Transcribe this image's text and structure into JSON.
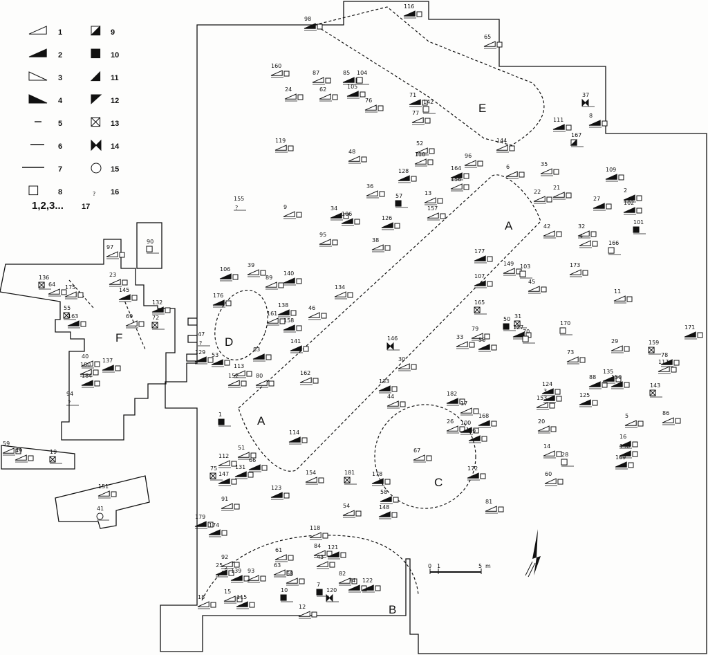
{
  "legend": {
    "items": [
      "1",
      "2",
      "3",
      "4",
      "5",
      "6",
      "7",
      "8",
      "9",
      "10",
      "11",
      "12",
      "13",
      "14",
      "15",
      "16"
    ],
    "symbols": [
      "tri-open",
      "tri-filled",
      "tri-open-large",
      "tri-filled-large",
      "line-short",
      "line-medium",
      "line-long",
      "square-open",
      "square-half",
      "square-filled",
      "tri-small-filled",
      "tri-inverted-filled",
      "square-crossed",
      "bowtie-filled",
      "circle-open",
      "question-mark"
    ],
    "sequence_label": "1,2,3...",
    "sequence_end": "17",
    "question_glyph": "?"
  },
  "zones": [
    "A",
    "A",
    "B",
    "C",
    "D",
    "E",
    "F"
  ],
  "scale_bar": {
    "ticks": [
      "0",
      "1",
      "5"
    ],
    "unit": "m"
  },
  "north_arrow_glyph": "N",
  "finds": [
    {
      "id": "116",
      "kind": "tri-filled"
    },
    {
      "id": "98",
      "kind": "tri-filled"
    },
    {
      "id": "65",
      "kind": "tri-open"
    },
    {
      "id": "160",
      "kind": "tri-open"
    },
    {
      "id": "24",
      "kind": "tri-open"
    },
    {
      "id": "87",
      "kind": "tri-open"
    },
    {
      "id": "62",
      "kind": "tri-open"
    },
    {
      "id": "85",
      "kind": "tri-filled"
    },
    {
      "id": "104",
      "kind": "square-open"
    },
    {
      "id": "105",
      "kind": "tri-filled"
    },
    {
      "id": "76",
      "kind": "tri-open"
    },
    {
      "id": "71",
      "kind": "tri-filled"
    },
    {
      "id": "142",
      "kind": "square-open"
    },
    {
      "id": "77",
      "kind": "tri-open"
    },
    {
      "id": "37",
      "kind": "bowtie-filled"
    },
    {
      "id": "8",
      "kind": "tri-filled"
    },
    {
      "id": "111",
      "kind": "tri-filled"
    },
    {
      "id": "167",
      "kind": "square-half"
    },
    {
      "id": "144",
      "kind": "tri-open"
    },
    {
      "id": "119",
      "kind": "tri-open"
    },
    {
      "id": "48",
      "kind": "tri-open"
    },
    {
      "id": "52",
      "kind": "tri-open"
    },
    {
      "id": "110",
      "kind": "tri-open"
    },
    {
      "id": "96",
      "kind": "tri-open"
    },
    {
      "id": "164",
      "kind": "tri-filled"
    },
    {
      "id": "156",
      "kind": "tri-open"
    },
    {
      "id": "6",
      "kind": "tri-open"
    },
    {
      "id": "35",
      "kind": "tri-open"
    },
    {
      "id": "109",
      "kind": "tri-filled"
    },
    {
      "id": "128",
      "kind": "tri-filled"
    },
    {
      "id": "36",
      "kind": "tri-open"
    },
    {
      "id": "57",
      "kind": "square-filled"
    },
    {
      "id": "13",
      "kind": "tri-open"
    },
    {
      "id": "22",
      "kind": "tri-open"
    },
    {
      "id": "21",
      "kind": "tri-open"
    },
    {
      "id": "27",
      "kind": "tri-filled"
    },
    {
      "id": "2",
      "kind": "tri-filled"
    },
    {
      "id": "102",
      "kind": "tri-filled"
    },
    {
      "id": "155",
      "kind": "question-mark"
    },
    {
      "id": "9",
      "kind": "tri-open"
    },
    {
      "id": "34",
      "kind": "tri-filled"
    },
    {
      "id": "106",
      "kind": "tri-filled"
    },
    {
      "id": "126",
      "kind": "tri-filled"
    },
    {
      "id": "157",
      "kind": "tri-open"
    },
    {
      "id": "42",
      "kind": "tri-open"
    },
    {
      "id": "32",
      "kind": "tri-open"
    },
    {
      "id": "4",
      "kind": "tri-open"
    },
    {
      "id": "101",
      "kind": "square-filled"
    },
    {
      "id": "95",
      "kind": "tri-open"
    },
    {
      "id": "38",
      "kind": "tri-open"
    },
    {
      "id": "166",
      "kind": "square-open"
    },
    {
      "id": "177",
      "kind": "tri-filled"
    },
    {
      "id": "149",
      "kind": "tri-open"
    },
    {
      "id": "103",
      "kind": "square-open"
    },
    {
      "id": "173",
      "kind": "tri-open"
    },
    {
      "id": "107",
      "kind": "tri-filled"
    },
    {
      "id": "45",
      "kind": "tri-open"
    },
    {
      "id": "106",
      "kind": "tri-filled"
    },
    {
      "id": "39",
      "kind": "tri-open"
    },
    {
      "id": "140",
      "kind": "tri-filled"
    },
    {
      "id": "89",
      "kind": "tri-open"
    },
    {
      "id": "134",
      "kind": "tri-open"
    },
    {
      "id": "11",
      "kind": "tri-open"
    },
    {
      "id": "176",
      "kind": "tri-filled"
    },
    {
      "id": "138",
      "kind": "tri-filled"
    },
    {
      "id": "161",
      "kind": "tri-open"
    },
    {
      "id": "46",
      "kind": "tri-open"
    },
    {
      "id": "158",
      "kind": "tri-filled"
    },
    {
      "id": "165",
      "kind": "square-crossed"
    },
    {
      "id": "50",
      "kind": "square-filled"
    },
    {
      "id": "31",
      "kind": "square-crossed"
    },
    {
      "id": "127",
      "kind": "tri-filled"
    },
    {
      "id": "79",
      "kind": "tri-open"
    },
    {
      "id": "33",
      "kind": "tri-open"
    },
    {
      "id": "56",
      "kind": "tri-filled"
    },
    {
      "id": "70",
      "kind": "square-open"
    },
    {
      "id": "170",
      "kind": "square-open"
    },
    {
      "id": "171",
      "kind": "tri-filled"
    },
    {
      "id": "47",
      "kind": "question-mark"
    },
    {
      "id": "146",
      "kind": "bowtie-filled"
    },
    {
      "id": "29",
      "kind": "tri-open"
    },
    {
      "id": "159",
      "kind": "square-crossed"
    },
    {
      "id": "141",
      "kind": "tri-filled"
    },
    {
      "id": "83",
      "kind": "tri-filled"
    },
    {
      "id": "129",
      "kind": "tri-filled"
    },
    {
      "id": "53",
      "kind": "tri-filled"
    },
    {
      "id": "30",
      "kind": "tri-open"
    },
    {
      "id": "73",
      "kind": "tri-open"
    },
    {
      "id": "78",
      "kind": "tri-filled"
    },
    {
      "id": "117",
      "kind": "tri-open"
    },
    {
      "id": "113",
      "kind": "tri-open"
    },
    {
      "id": "152",
      "kind": "tri-open"
    },
    {
      "id": "80",
      "kind": "tri-open"
    },
    {
      "id": "162",
      "kind": "tri-open"
    },
    {
      "id": "133",
      "kind": "tri-filled"
    },
    {
      "id": "88",
      "kind": "tri-filled"
    },
    {
      "id": "135",
      "kind": "tri-filled"
    },
    {
      "id": "150",
      "kind": "tri-filled"
    },
    {
      "id": "124",
      "kind": "tri-filled"
    },
    {
      "id": "3",
      "kind": "tri-filled"
    },
    {
      "id": "153",
      "kind": "tri-open"
    },
    {
      "id": "143",
      "kind": "square-crossed"
    },
    {
      "id": "182",
      "kind": "tri-filled"
    },
    {
      "id": "17",
      "kind": "tri-open"
    },
    {
      "id": "44",
      "kind": "tri-open"
    },
    {
      "id": "125",
      "kind": "tri-filled"
    },
    {
      "id": "1",
      "kind": "square-filled"
    },
    {
      "id": "168",
      "kind": "tri-filled"
    },
    {
      "id": "26",
      "kind": "tri-open"
    },
    {
      "id": "100",
      "kind": "tri-filled"
    },
    {
      "id": "99",
      "kind": "tri-filled"
    },
    {
      "id": "20",
      "kind": "tri-open"
    },
    {
      "id": "5",
      "kind": "tri-open"
    },
    {
      "id": "86",
      "kind": "tri-open"
    },
    {
      "id": "114",
      "kind": "tri-filled"
    },
    {
      "id": "16",
      "kind": "tri-filled"
    },
    {
      "id": "67",
      "kind": "tri-open"
    },
    {
      "id": "14",
      "kind": "tri-open"
    },
    {
      "id": "28",
      "kind": "square-open"
    },
    {
      "id": "130",
      "kind": "tri-filled"
    },
    {
      "id": "51",
      "kind": "tri-open"
    },
    {
      "id": "112",
      "kind": "tri-open"
    },
    {
      "id": "66",
      "kind": "tri-filled"
    },
    {
      "id": "169",
      "kind": "tri-filled"
    },
    {
      "id": "75",
      "kind": "square-crossed"
    },
    {
      "id": "131",
      "kind": "tri-filled"
    },
    {
      "id": "147",
      "kind": "tri-filled"
    },
    {
      "id": "154",
      "kind": "tri-open"
    },
    {
      "id": "181",
      "kind": "square-crossed"
    },
    {
      "id": "178",
      "kind": "tri-filled"
    },
    {
      "id": "172",
      "kind": "tri-filled"
    },
    {
      "id": "123",
      "kind": "tri-filled"
    },
    {
      "id": "60",
      "kind": "tri-open"
    },
    {
      "id": "91",
      "kind": "tri-open"
    },
    {
      "id": "58",
      "kind": "tri-filled"
    },
    {
      "id": "54",
      "kind": "tri-open"
    },
    {
      "id": "148",
      "kind": "tri-filled"
    },
    {
      "id": "81",
      "kind": "tri-open"
    },
    {
      "id": "179",
      "kind": "tri-filled"
    },
    {
      "id": "174",
      "kind": "tri-filled"
    },
    {
      "id": "118",
      "kind": "tri-open"
    },
    {
      "id": "84",
      "kind": "tri-open"
    },
    {
      "id": "121",
      "kind": "tri-filled"
    },
    {
      "id": "61",
      "kind": "tri-open"
    },
    {
      "id": "92",
      "kind": "tri-open"
    },
    {
      "id": "25",
      "kind": "tri-filled"
    },
    {
      "id": "139",
      "kind": "tri-filled"
    },
    {
      "id": "63",
      "kind": "tri-open"
    },
    {
      "id": "43",
      "kind": "tri-open"
    },
    {
      "id": "93",
      "kind": "tri-open"
    },
    {
      "id": "68",
      "kind": "tri-open"
    },
    {
      "id": "82",
      "kind": "tri-open"
    },
    {
      "id": "74",
      "kind": "tri-filled"
    },
    {
      "id": "122",
      "kind": "tri-filled"
    },
    {
      "id": "7",
      "kind": "square-filled"
    },
    {
      "id": "120",
      "kind": "bowtie-filled"
    },
    {
      "id": "15",
      "kind": "tri-open"
    },
    {
      "id": "115",
      "kind": "tri-filled"
    },
    {
      "id": "10",
      "kind": "square-filled"
    },
    {
      "id": "12",
      "kind": "tri-open"
    },
    {
      "id": "18",
      "kind": "tri-open"
    },
    {
      "id": "136",
      "kind": "square-crossed"
    },
    {
      "id": "64",
      "kind": "tri-open"
    },
    {
      "id": "175",
      "kind": "tri-open"
    },
    {
      "id": "97",
      "kind": "tri-open"
    },
    {
      "id": "90",
      "kind": "square-open"
    },
    {
      "id": "23",
      "kind": "tri-open"
    },
    {
      "id": "145",
      "kind": "tri-filled"
    },
    {
      "id": "55",
      "kind": "square-crossed"
    },
    {
      "id": "163",
      "kind": "tri-filled"
    },
    {
      "id": "69",
      "kind": "tri-open"
    },
    {
      "id": "132",
      "kind": "tri-filled"
    },
    {
      "id": "72",
      "kind": "square-crossed"
    },
    {
      "id": "40",
      "kind": "tri-open"
    },
    {
      "id": "137",
      "kind": "tri-filled"
    },
    {
      "id": "180",
      "kind": "tri-open"
    },
    {
      "id": "184",
      "kind": "tri-filled"
    },
    {
      "id": "94",
      "kind": "question-mark"
    },
    {
      "id": "59",
      "kind": "tri-open"
    },
    {
      "id": "49",
      "kind": "tri-open"
    },
    {
      "id": "19",
      "kind": "square-crossed"
    },
    {
      "id": "151",
      "kind": "tri-open"
    },
    {
      "id": "41",
      "kind": "circle-open"
    }
  ]
}
